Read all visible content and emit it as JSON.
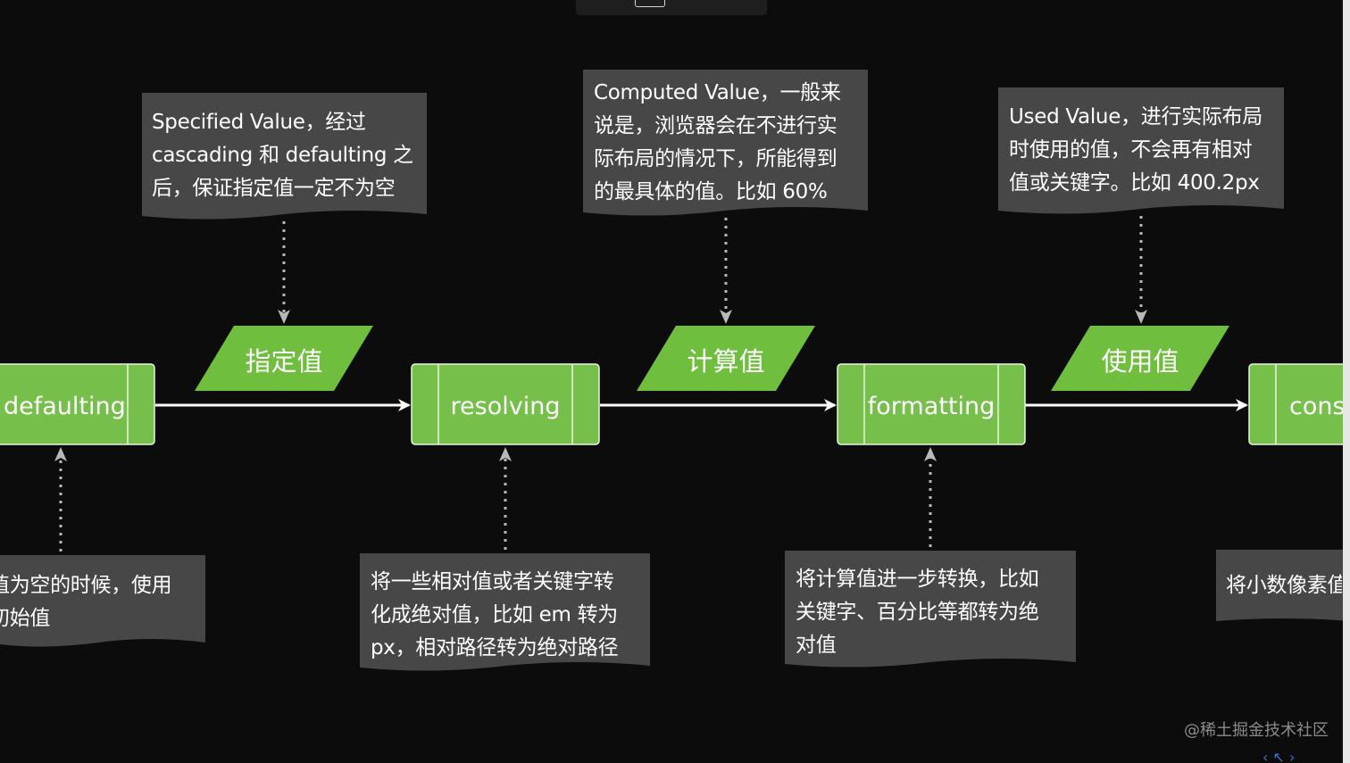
{
  "diagram": {
    "processes": {
      "defaulting": "defaulting",
      "resolving": "resolving",
      "formatting": "formatting",
      "cons": "cons"
    },
    "data_nodes": {
      "specified": "指定值",
      "computed": "计算值",
      "used": "使用值"
    },
    "notes_top": {
      "specified": "Specified Value，经过\ncascading 和 defaulting 之\n后，保证指定值一定不为空",
      "computed": "Computed Value，一般来\n说是，浏览器会在不进行实\n际布局的情况下，所能得到\n的最具体的值。比如 60%",
      "used": "Used Value，进行实际布局\n时使用的值，不会再有相对\n值或关键字。比如 400.2px"
    },
    "notes_bottom": {
      "defaulting": "值为空的时候，使用\n初始值",
      "resolving": "将一些相对值或者关键字转\n化成绝对值，比如 em 转为\npx，相对路径转为绝对路径",
      "formatting": "将计算值进一步转换，比如\n关键字、百分比等都转为绝\n对值",
      "cons": "将小数像素值"
    },
    "colors": {
      "background": "#0c0c0c",
      "process_fill": "#76bf4a",
      "data_fill": "#6fbe3e",
      "note_fill": "#474747",
      "arrow": "#ffffff",
      "dotted_arrow": "#b8b8b8"
    }
  },
  "watermark": "@稀土掘金技术社区",
  "icons": {
    "top_control": "window-control-icon",
    "nav": "nav-arrows-icon"
  }
}
